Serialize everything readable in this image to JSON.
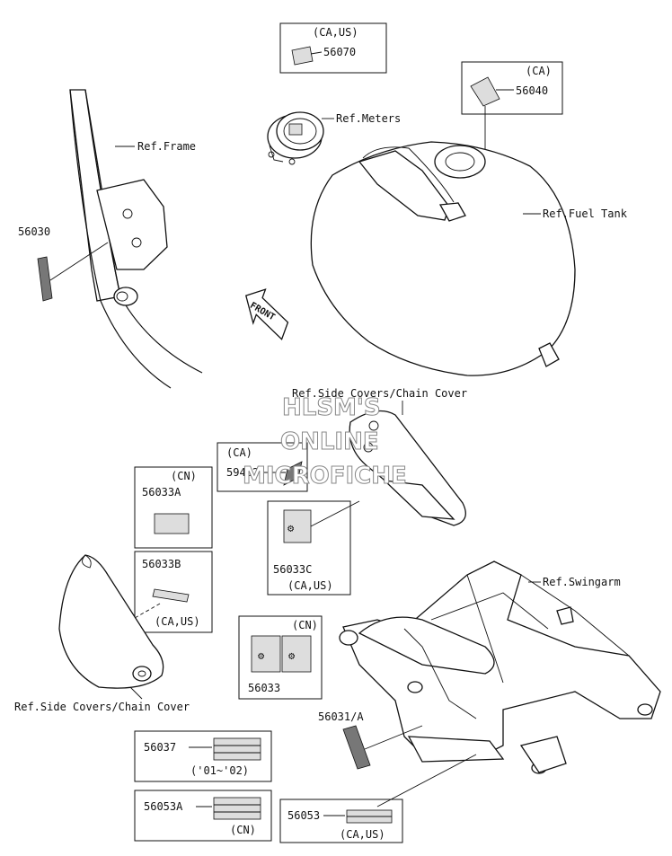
{
  "labels": {
    "ref_frame": "Ref.Frame",
    "ref_meters": "Ref.Meters",
    "ref_fuel_tank": "Ref.Fuel Tank",
    "ref_side_covers_top": "Ref.Side Covers/Chain Cover",
    "ref_side_covers_bottom": "Ref.Side Covers/Chain Cover",
    "ref_swingarm": "Ref.Swingarm",
    "front_arrow": "FRONT"
  },
  "parts": {
    "p56030": "56030",
    "p56070": "56070",
    "p56070_region": "(CA,US)",
    "p56040": "56040",
    "p56040_region": "(CA)",
    "p59462": "59462",
    "p59462_region": "(CA)",
    "p56033A": "56033A",
    "p56033A_region": "(CN)",
    "p56033B": "56033B",
    "p56033B_region": "(CA,US)",
    "p56033C": "56033C",
    "p56033C_region": "(CA,US)",
    "p56033": "56033",
    "p56033_region": "(CN)",
    "p56031A": "56031/A",
    "p56037": "56037",
    "p56037_years": "('01~'02)",
    "p56053A": "56053A",
    "p56053A_region": "(CN)",
    "p56053": "56053",
    "p56053_region": "(CA,US)"
  },
  "watermark": [
    "HLSM'S",
    "ONLINE",
    "MICROFICHE"
  ]
}
